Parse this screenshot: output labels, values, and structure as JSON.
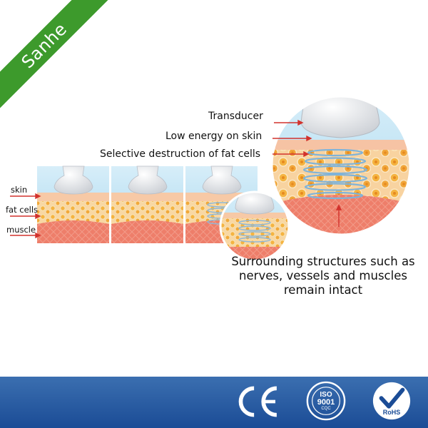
{
  "brand": {
    "name": "Sanhe",
    "color": "#3d9a2c"
  },
  "labels_left": {
    "skin": "skin",
    "fat_cells": "fat cells",
    "muscle": "muscle"
  },
  "labels_zoom": {
    "transducer": "Transducer",
    "low_energy": "Low energy on skin",
    "selective": "Selective destruction of fat cells"
  },
  "caption": {
    "line1": "Surrounding structures such as",
    "line2": "nerves, vessels and muscles",
    "line3": "remain intact"
  },
  "certifications": {
    "ce": "CE",
    "iso_top": "ISO",
    "iso_number": "9001",
    "iso_bottom": "CQC",
    "rohs": "RoHS"
  },
  "colors": {
    "footer": "#1b4c96",
    "skin_blue": "#bfe2f3",
    "fat": "#f6c988",
    "muscle": "#ef7b6a",
    "arrow": "#d2322d"
  }
}
